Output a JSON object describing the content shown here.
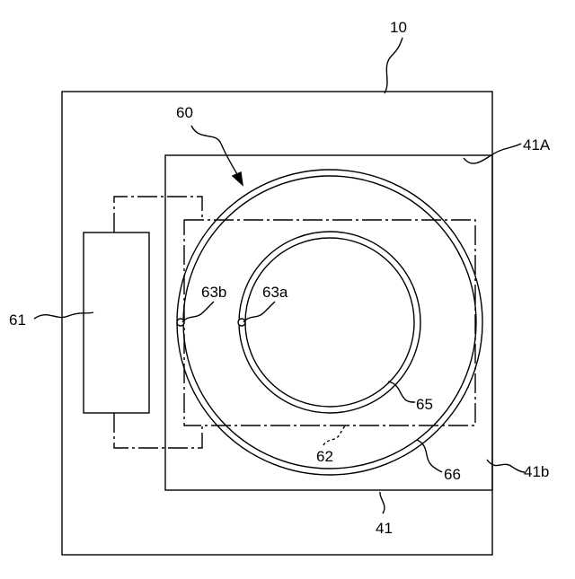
{
  "labels": {
    "device": "10",
    "inner_box": "41A",
    "unit": "60",
    "side_box": "61",
    "hole_b": "63b",
    "hole_a": "63a",
    "inner_ring": "65",
    "dashed_part": "62",
    "outer_ring": "66",
    "edge": "41b",
    "plate": "41"
  },
  "colors": {
    "line": "#000000",
    "background": "#ffffff"
  }
}
